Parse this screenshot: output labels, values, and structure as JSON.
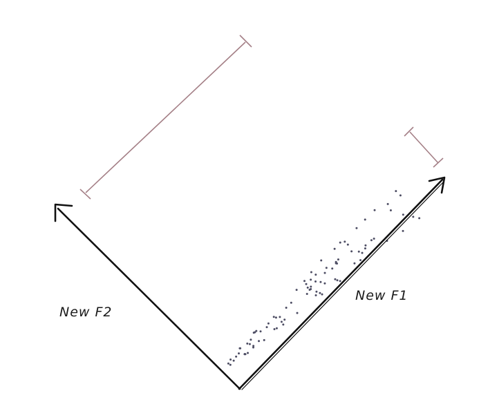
{
  "diagram": {
    "axes": [
      {
        "id": "new-f1",
        "label": "New F1"
      },
      {
        "id": "new-f2",
        "label": "New F2"
      }
    ],
    "colors": {
      "axis": "#111111",
      "range_bar": "#a47f86",
      "points": "#4d4d63"
    },
    "point_count": 90
  }
}
